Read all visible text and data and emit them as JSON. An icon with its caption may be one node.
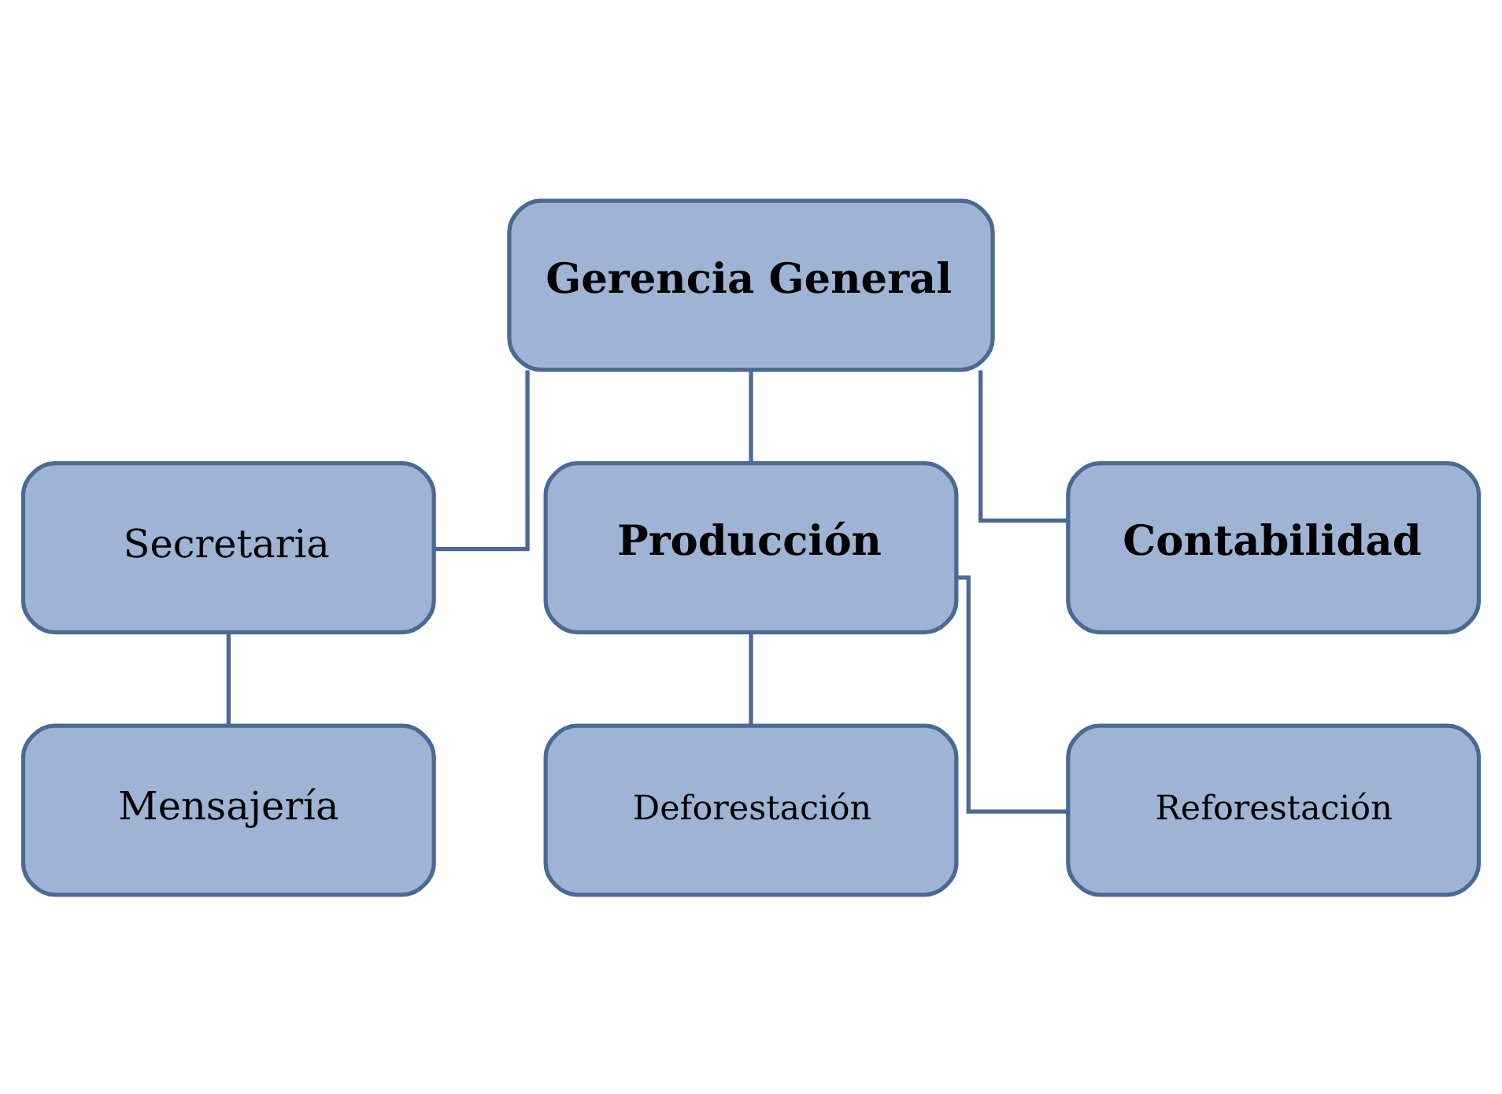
{
  "diagram": {
    "nodes": [
      {
        "text": [
          "Gerencia General"
        ]
      },
      {
        "text": [
          "Secretaria"
        ]
      },
      {
        "text": [
          "Mensajería"
        ]
      },
      {
        "text": [
          "Producción"
        ]
      },
      {
        "text": [
          "Contabilidad"
        ]
      },
      {
        "text": [
          "Deforestación"
        ]
      },
      {
        "text": [
          "Reforestación"
        ]
      }
    ],
    "edges": [
      {
        "from": 0,
        "to": 1,
        "arrow": "none"
      },
      {
        "from": 1,
        "to": 2,
        "arrow": "none"
      },
      {
        "from": 0,
        "to": 3,
        "arrow": "none"
      },
      {
        "from": 0,
        "to": 4,
        "arrow": "none"
      },
      {
        "from": 3,
        "to": 5,
        "arrow": "none"
      },
      {
        "from": 3,
        "to": 6,
        "arrow": "none"
      }
    ]
  }
}
